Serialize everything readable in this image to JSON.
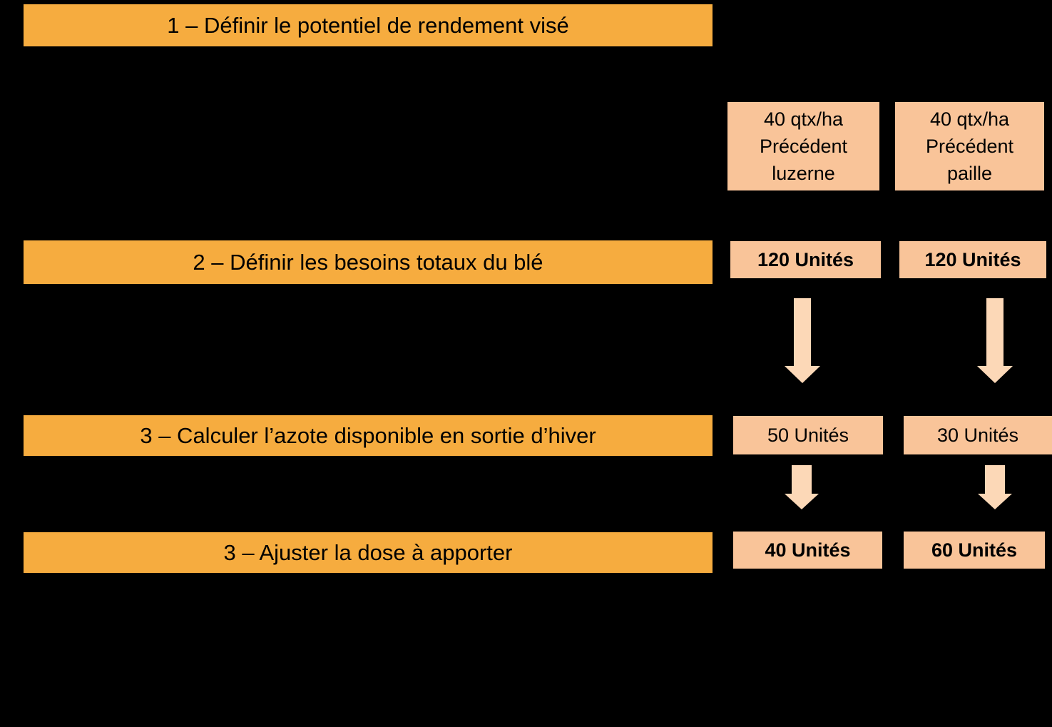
{
  "diagram": {
    "bars": [
      {
        "label": "1 – Définir le potentiel de rendement visé"
      },
      {
        "label": "2 – Définir les besoins totaux du blé"
      },
      {
        "label": "3 – Calculer l’azote disponible en sortie d’hiver"
      },
      {
        "label": "3 – Ajuster la dose à apporter"
      }
    ],
    "columns": [
      {
        "scenario": {
          "yield": "40 qtx/ha",
          "precedent_label": "Précédent",
          "precedent_crop": "luzerne"
        },
        "total_needs": "120 Unités",
        "available_nitrogen": "50 Unités",
        "dose_to_apply": "40 Unités"
      },
      {
        "scenario": {
          "yield": "40 qtx/ha",
          "precedent_label": "Précédent",
          "precedent_crop": "paille"
        },
        "total_needs": "120 Unités",
        "available_nitrogen": "30 Unités",
        "dose_to_apply": "60 Unités"
      }
    ]
  },
  "colors": {
    "background": "#000000",
    "step_bar": "#F6AC3F",
    "value_box": "#F9C499",
    "arrow": "#FCD8B7",
    "text": "#000000"
  }
}
